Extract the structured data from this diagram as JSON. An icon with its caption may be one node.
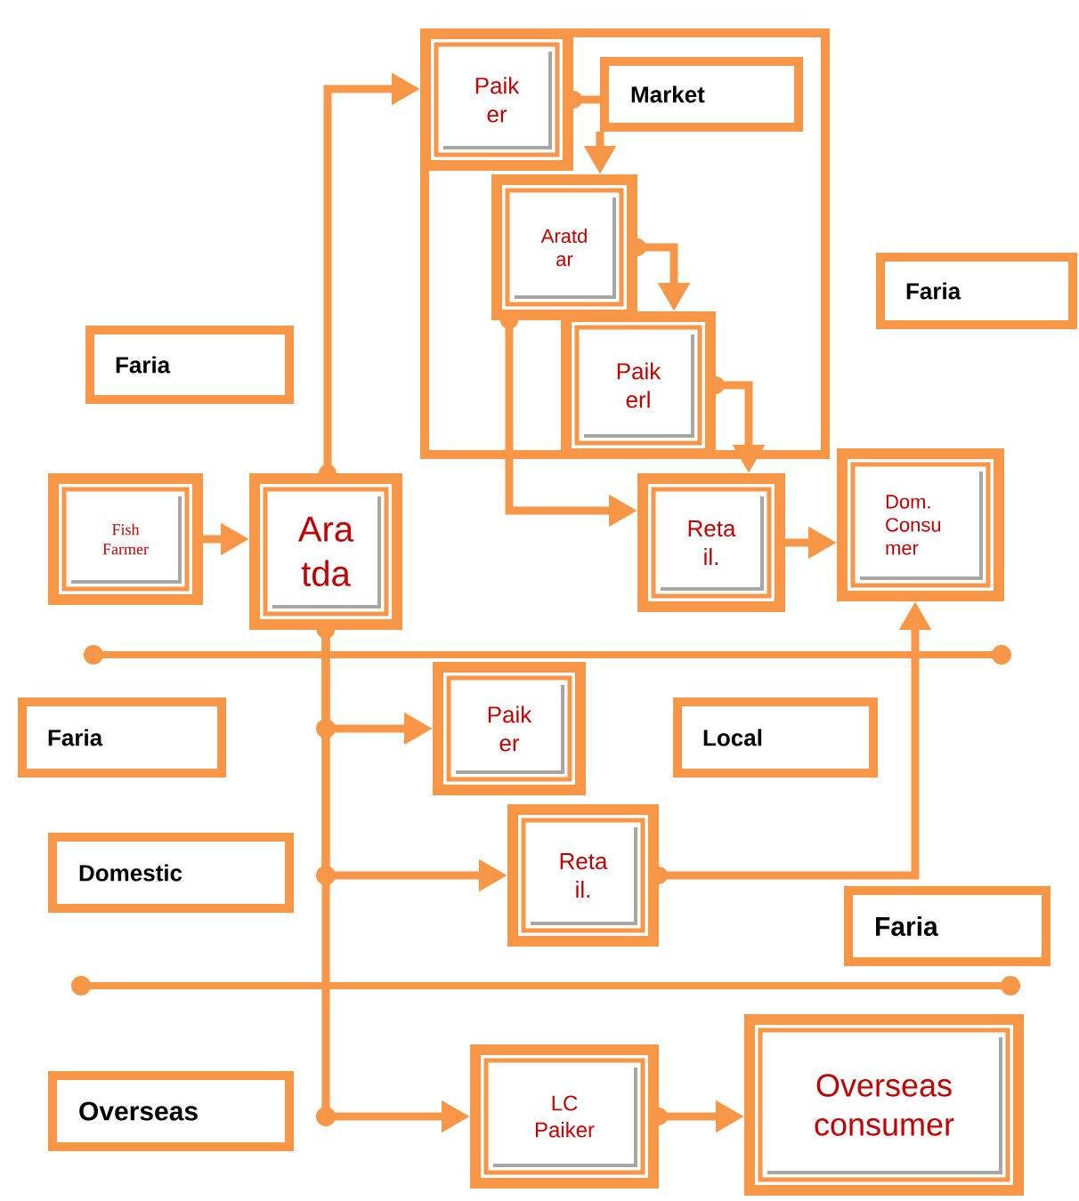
{
  "diagram": {
    "nodes": [
      {
        "text": [],
        "shape": "box"
      },
      {
        "text": [
          "Paik er"
        ],
        "in": 0
      },
      {
        "text": [
          "Marke**t**"
        ],
        "in": 0
      },
      {
        "text": [
          "Faria"
        ]
      },
      {
        "text": [
          "Aratd ar"
        ],
        "in": 0
      },
      {
        "text": [
          "Faria"
        ]
      },
      {
        "text": [
          "Paik erl"
        ],
        "in": 0
      },
      {
        "text": [
          "Fish Farmer"
        ]
      },
      {
        "text": [
          "Ara tda"
        ]
      },
      {
        "text": [
          "Reta il."
        ]
      },
      {
        "text": [
          "Dom. Consu mer"
        ]
      },
      {
        "text": [
          "Faria"
        ]
      },
      {
        "text": [
          "Paik er"
        ]
      },
      {
        "text": [
          "Local"
        ]
      },
      {
        "text": [
          "Domestic"
        ]
      },
      {
        "text": [
          "Reta il."
        ]
      },
      {
        "text": [
          "Faria"
        ]
      },
      {
        "text": [
          "Overseas"
        ]
      },
      {
        "text": [
          "LC Paiker"
        ]
      },
      {
        "text": [
          "Overseas consumer"
        ]
      }
    ],
    "edges": [
      {
        "from": 8,
        "to": 1,
        "arrow": "to"
      },
      {
        "from": 1,
        "to": 2,
        "arrow": "other"
      },
      {
        "from": 2,
        "to": 4,
        "arrow": "to"
      },
      {
        "from": 4,
        "to": 6,
        "arrow": "to"
      },
      {
        "from": 4,
        "to": 9,
        "arrow": "to"
      },
      {
        "from": 6,
        "to": 9,
        "arrow": "to"
      },
      {
        "from": 7,
        "to": 8,
        "arrow": "to"
      },
      {
        "from": 9,
        "to": 10,
        "arrow": "to"
      },
      {
        "from": 8,
        "to": 12,
        "arrow": "to"
      },
      {
        "from": 8,
        "to": 15,
        "arrow": "to"
      },
      {
        "from": 8,
        "to": 18,
        "arrow": "to"
      },
      {
        "from": 15,
        "to": 10,
        "arrow": "to"
      },
      {
        "from": 18,
        "to": 19,
        "arrow": "to"
      }
    ]
  }
}
